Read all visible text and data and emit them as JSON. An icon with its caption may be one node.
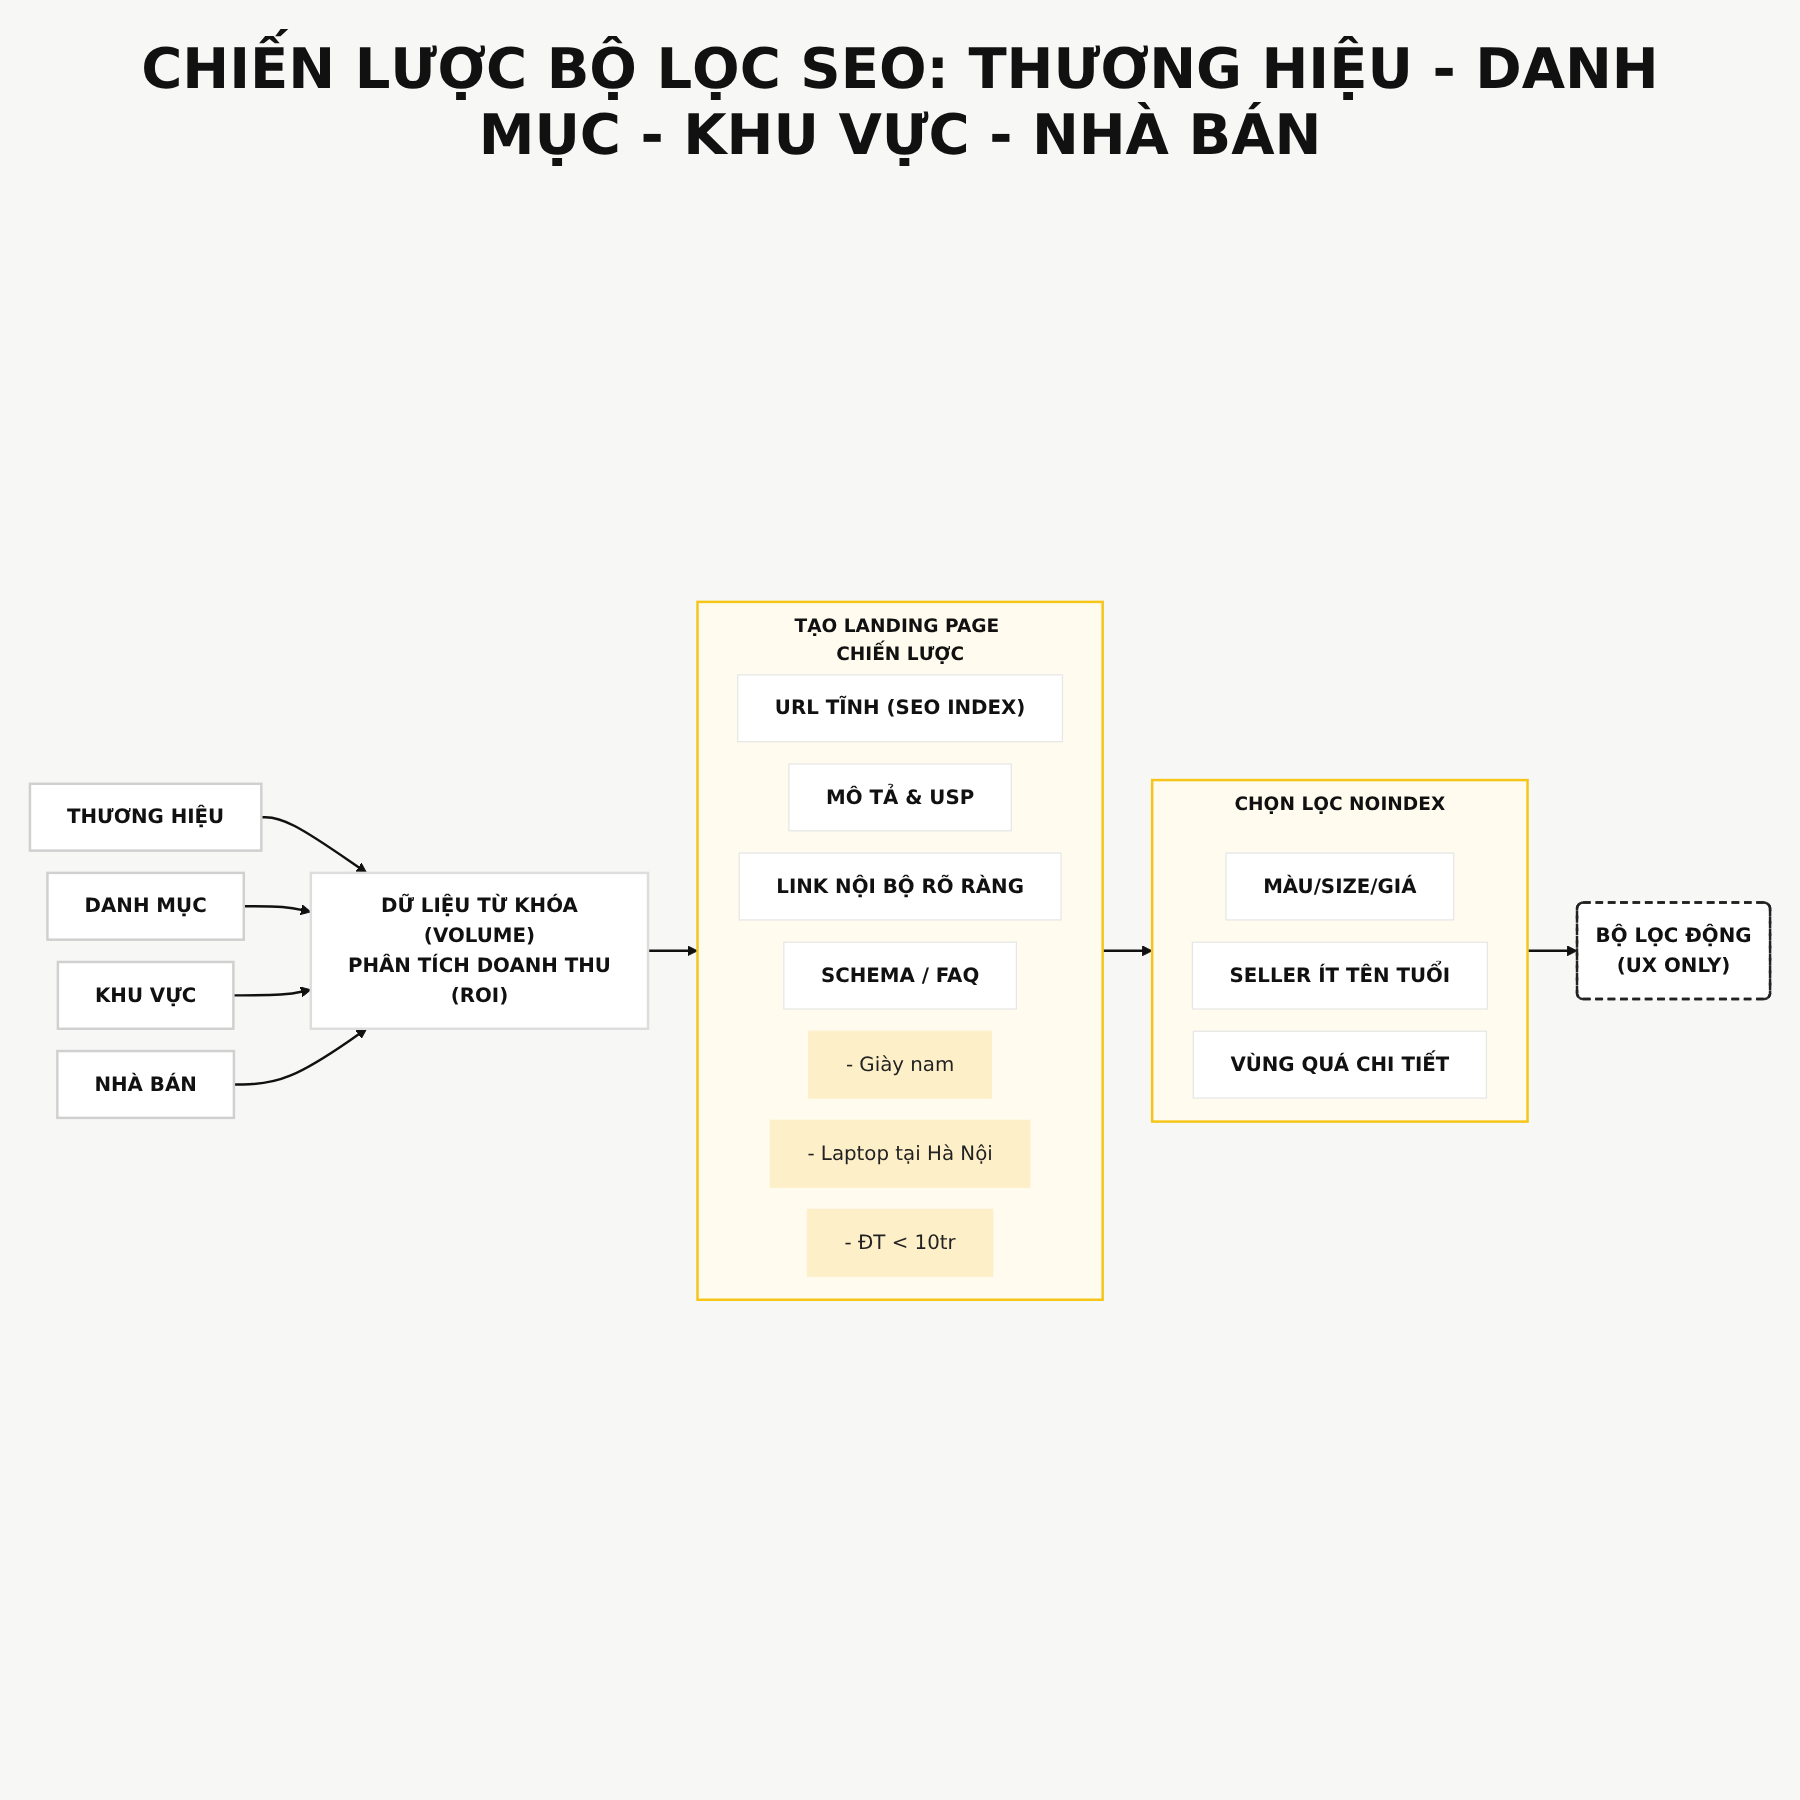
{
  "diagram": {
    "title": "CHIẾN LƯỢC BỘ LỌC SEO: THƯƠNG HIỆU - DANH MỤC - KHU VỰC - NHÀ BÁN",
    "nodes": [
      {
        "text": [
          "THƯƠNG HIỆU"
        ]
      },
      {
        "text": [
          "DANH MỤC"
        ]
      },
      {
        "text": [
          "KHU VỰC"
        ]
      },
      {
        "text": [
          "NHÀ BÁN"
        ]
      },
      {
        "text": [
          "DỮ LIỆU TỪ KHÓA",
          "(VOLUME)",
          "PHÂN TÍCH DOANH THU",
          "(ROI)"
        ]
      },
      {
        "text": [
          "TẠO LANDING PAGE CHIẾN LƯỢC"
        ]
      },
      {
        "text": [
          "URL TĨNH (SEO INDEX)"
        ],
        "in": 5
      },
      {
        "text": [
          "MÔ TẢ & USP"
        ],
        "in": 5
      },
      {
        "text": [
          "LINK NỘI BỘ RÕ RÀNG"
        ],
        "in": 5
      },
      {
        "text": [
          "SCHEMA / FAQ"
        ],
        "in": 5
      },
      {
        "text": [
          "- Giày nam"
        ],
        "in": 5
      },
      {
        "text": [
          "- Laptop tại Hà Nội"
        ],
        "in": 5
      },
      {
        "text": [
          "- ĐT < 10tr"
        ],
        "in": 5
      },
      {
        "text": [
          "CHỌN LỌC NOINDEX"
        ]
      },
      {
        "text": [
          "MÀU/SIZE/GIÁ"
        ],
        "in": 13
      },
      {
        "text": [
          "SELLER ÍT TÊN TUỔI"
        ],
        "in": 13
      },
      {
        "text": [
          "VÙNG QUÁ CHI TIẾT"
        ],
        "in": 13
      },
      {
        "text": [
          "BỘ LỌC ĐỘNG",
          "(UX ONLY)"
        ]
      }
    ],
    "edges": [
      {
        "from": 0,
        "to": 4,
        "arrow": "to"
      },
      {
        "from": 1,
        "to": 4,
        "arrow": "to"
      },
      {
        "from": 2,
        "to": 4,
        "arrow": "to"
      },
      {
        "from": 3,
        "to": 4,
        "arrow": "to"
      },
      {
        "from": 4,
        "to": 5,
        "arrow": "to"
      },
      {
        "from": 5,
        "to": 13,
        "arrow": "to"
      },
      {
        "from": 13,
        "to": 17,
        "arrow": "to"
      }
    ]
  }
}
